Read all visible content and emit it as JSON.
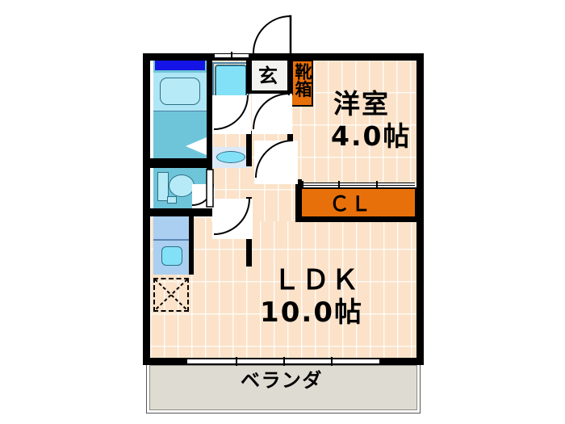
{
  "plan": {
    "type": "floor-plan",
    "layout_code": "1LDK",
    "rooms": [
      {
        "id": "ldk",
        "label": "ＬＤＫ",
        "size": "10.0帖",
        "flooring": "wood"
      },
      {
        "id": "washitsu",
        "label": "洋室",
        "size": "4.0帖",
        "flooring": "wood"
      },
      {
        "id": "entrance",
        "label": "玄",
        "size": "",
        "flooring": "tile"
      },
      {
        "id": "veranda",
        "label": "ベランダ",
        "size": "",
        "flooring": "concrete"
      }
    ],
    "storage": [
      {
        "id": "closet",
        "label": "ＣＬ",
        "color": "#e8700a"
      },
      {
        "id": "shoebox",
        "label": "靴箱",
        "color": "#e8700a"
      }
    ],
    "fixtures": [
      {
        "id": "bathtub",
        "name": "bathtub"
      },
      {
        "id": "toilet",
        "name": "toilet"
      },
      {
        "id": "washbasin",
        "name": "washbasin"
      },
      {
        "id": "kitchen-sink",
        "name": "kitchen-sink"
      },
      {
        "id": "washer-space",
        "name": "washing-machine-space"
      }
    ],
    "colors": {
      "wall": "#000000",
      "wood_floor": "#fbe2c8",
      "storage_orange": "#e8700a",
      "water_blue": "#6ec5d9",
      "tub_blue": "#aee6f5",
      "basin_blue": "#aacff0",
      "veranda_gray": "#dedbd2",
      "accent_blue_bar": "#1414e6"
    }
  },
  "labels": {
    "ldk_name": "ＬＤＫ",
    "ldk_area": "10.0帖",
    "room_name": "洋室",
    "room_area": "4.0帖",
    "closet": "ＣＬ",
    "shoebox": "靴箱",
    "entrance": "玄",
    "veranda": "ベランダ"
  }
}
